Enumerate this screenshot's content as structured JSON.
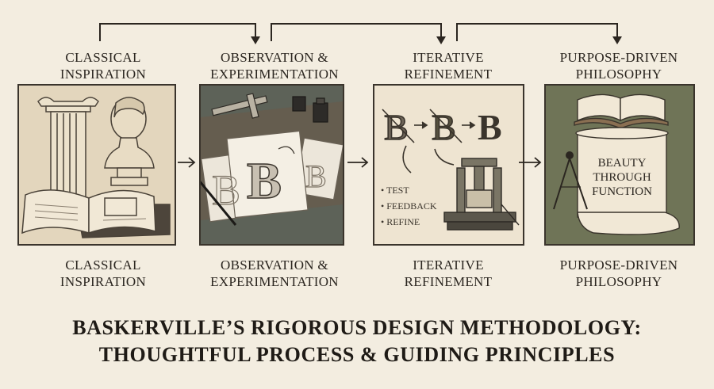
{
  "steps": [
    {
      "top_line1": "CLASSICAL",
      "top_line2": "INSPIRATION",
      "bottom_line1": "CLASSICAL",
      "bottom_line2": "INSPIRATION"
    },
    {
      "top_line1": "OBSERVATION &",
      "top_line2": "EXPERIMENTATION",
      "bottom_line1": "OBSERVATION &",
      "bottom_line2": "EXPERIMENTATION"
    },
    {
      "top_line1": "ITERATIVE",
      "top_line2": "REFINEMENT",
      "bottom_line1": "ITERATIVE",
      "bottom_line2": "REFINEMENT"
    },
    {
      "top_line1": "PURPOSE-DRIVEN",
      "top_line2": "PHILOSOPHY",
      "bottom_line1": "PURPOSE-DRIVEN",
      "bottom_line2": "PHILOSOPHY"
    }
  ],
  "refinement_notes": [
    "• TEST",
    "• FEEDBACK",
    "• REFINE"
  ],
  "letter": "B",
  "scroll_text": [
    "BEAUTY",
    "THROUGH",
    "FUNCTION"
  ],
  "title": {
    "line1": "BASKERVILLE’S RIGOROUS DESIGN METHODOLOGY:",
    "line2": "THOUGHTFUL PROCESS & GUIDING PRINCIPLES"
  },
  "colors": {
    "background": "#f3ede0",
    "panel_classical": "#e3d6bd",
    "panel_observation": "#5d6258",
    "panel_iterative": "#eee4d1",
    "panel_purpose": "#6f7457",
    "ink": "#2b2620"
  }
}
